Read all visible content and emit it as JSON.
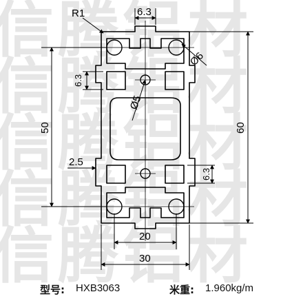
{
  "watermark": {
    "rows": [
      "信腾铝材",
      "信腾铝材",
      "信腾铝材",
      "信腾铝材",
      "信腾铝材"
    ]
  },
  "drawing": {
    "dims": {
      "r1": "R1",
      "top_slot": "6.3",
      "hole_dia": "Ø6",
      "left_slot": "6.3",
      "center_hole": "Ø5",
      "height_inner": "50",
      "height_total": "60",
      "lip": "2.5",
      "right_slot": "6.3",
      "width_inner": "20",
      "width_total": "30"
    }
  },
  "footer": {
    "model_label": "型号:",
    "model_value": "HXB3063",
    "weight_label": "米重:",
    "weight_value": "1.960kg/m"
  }
}
